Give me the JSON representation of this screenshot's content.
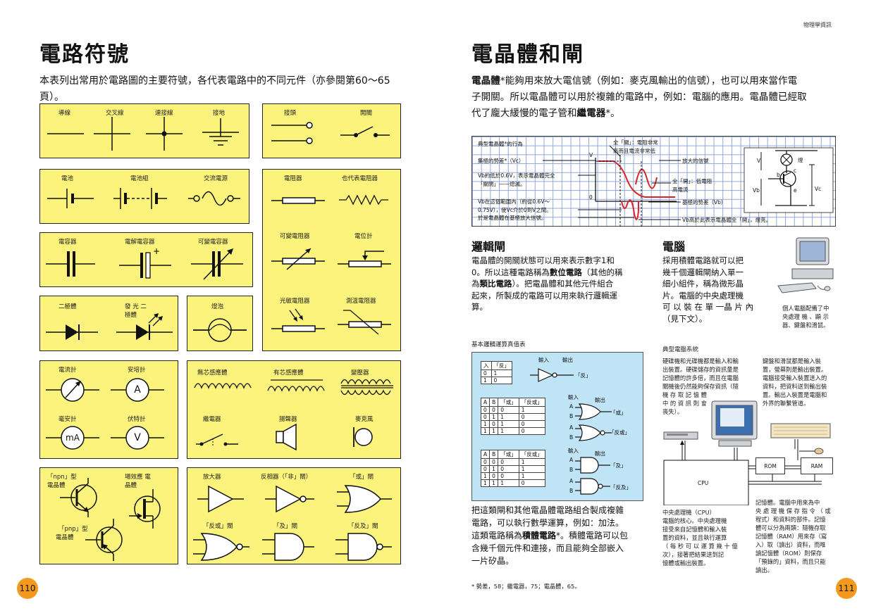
{
  "left": {
    "title": "電路符號",
    "intro_line1": "本表列出常用於電路圖的主要符號，各代表電路中的不同元件（亦參閱第60～65",
    "intro_line2": "頁）。",
    "page_number": "110",
    "symbols": {
      "wire": "導線",
      "crossing": "交叉線",
      "junction": "連接線",
      "earth": "接地",
      "terminal": "接頭",
      "switch": "開關",
      "cell": "電池",
      "battery": "電池組",
      "ac_source": "交流電源",
      "resistor": "電阻器",
      "resistor_alt": "也代表電阻器",
      "capacitor": "電容器",
      "electrolytic": "電解電容器",
      "variable_capacitor": "可變電容器",
      "variable_resistor": "可變電阻器",
      "potentiometer": "電位計",
      "diode": "二極體",
      "led_line1": "發 光 二",
      "led_line2": "極體",
      "lamp": "燈泡",
      "ldr": "光敏電阻器",
      "thermistor": "測溫電阻器",
      "ammeter": "電流計",
      "ammeter_unit": "安培計",
      "milliammeter": "毫安計",
      "voltmeter": "伏特計",
      "air_inductor": "無芯感應體",
      "core_inductor": "有芯感應體",
      "transformer": "變壓器",
      "relay": "繼電器",
      "loudspeaker": "揚聲器",
      "microphone": "麥克風",
      "npn_line1": "「npn」型",
      "npn_line2": "電晶體",
      "fet_line1": "場效應 電",
      "fet_line2": "晶體",
      "pnp_line1": "「pnp」型",
      "pnp_line2": "電晶體",
      "amplifier": "放大器",
      "inverter": "反相器（「非」閘）",
      "or_gate": "「或」閘",
      "nor_gate": "「反或」閘",
      "and_gate": "「及」閘",
      "nand_gate": "「反及」閘",
      "A": "A",
      "mA": "mA",
      "V": "V"
    }
  },
  "right": {
    "header": "物理學資訊",
    "title": "電晶體和閘",
    "intro_bold1": "電晶體",
    "intro_line1": "*能夠用來放大電信號（例如：麥克風輸出的信號），也可以用來當作電",
    "intro_line2": "子開關。所以電晶體可以用於複雜的電路中，例如：電腦的應用。電晶體已經取",
    "intro_line3a": "代了龐大緩慢的電子管和",
    "intro_bold2": "繼電器",
    "intro_line3b": "*。",
    "page_number": "111",
    "footnote": "* 勢差，58；繼電器，75；電晶體，65。",
    "graph": {
      "title": "典型電晶體*的行為",
      "a1": "集極的勢差*（Vc）",
      "a2_line1": "Vb約低於0.6V，表示電晶體完全",
      "a2_line2": "「關閉」——熄滅。",
      "a3_line1": "Vb在這個範圍內（約從0.6V～",
      "a3_line2": "0.75V），使Vc介於0到V之間。",
      "a4": "於是電晶體在基極放大信號。",
      "a5_line1": "全「關」：電阻非常",
      "a5_line2": "高而且電流非常低",
      "a6": "放大的信號",
      "a7_line1": "全「開」：低電阻",
      "a7_line2": "高電流",
      "a8": "基極的勢差（Vb）",
      "a9": "Vb高於此表示電晶體全「開」，燈亮。",
      "V": "V",
      "zero": "0",
      "lamp": "燈",
      "c_label": "c",
      "b_label": "b",
      "e_label": "e",
      "vb_label": "Vb",
      "vc_label": "Vc"
    },
    "logic": {
      "heading": "邏輯閘",
      "p1": "電晶體的開關狀態可以用來表示數字1和",
      "p2": "0。所以這種電路稱為",
      "p2b": "數位電路",
      "p2c": "（其他的稱",
      "p3": "為",
      "p3b": "類比電路",
      "p3c": "）。把電晶體和其他元件組合",
      "p4": "起來，所製成的電路可以用來執行邏輯運",
      "p5": "算。",
      "table_title": "基本邏輯運算真值表",
      "input_label": "輸入",
      "output_label": "輸出",
      "not_caption": "「反」",
      "or_caption": "「或」",
      "nor_caption": "「反或」",
      "and_caption": "「及」",
      "nand_caption": "「反及」",
      "not_table": {
        "headers": [
          "入",
          "「反」"
        ],
        "rows": [
          [
            "0",
            "1"
          ],
          [
            "1",
            "0"
          ]
        ]
      },
      "or_table": {
        "headers": [
          "A",
          "B",
          "「或」",
          "「反或」"
        ],
        "rows": [
          [
            "0",
            "0",
            "0",
            "1"
          ],
          [
            "0",
            "1",
            "1",
            "0"
          ],
          [
            "1",
            "0",
            "1",
            "0"
          ],
          [
            "1",
            "1",
            "1",
            "0"
          ]
        ]
      },
      "and_table": {
        "headers": [
          "A",
          "B",
          "「或」",
          "「反或」"
        ],
        "rows": [
          [
            "0",
            "0",
            "0",
            "1"
          ],
          [
            "0",
            "1",
            "0",
            "1"
          ],
          [
            "1",
            "0",
            "0",
            "1"
          ],
          [
            "1",
            "1",
            "1",
            "0"
          ]
        ]
      },
      "A": "A",
      "B": "B",
      "bottom1": "把這類閘和其他電晶體電路組合製成複雜",
      "bottom2": "電路，可以執行數學運算，例如：加法。",
      "bottom3a": "這類電路稱為",
      "bottom3b": "積體電路",
      "bottom3c": "*。積體電路可以包",
      "bottom4": "含幾千個元件和連接，而且能夠全部嵌入",
      "bottom5": "一片矽晶。"
    },
    "computer": {
      "heading": "電腦",
      "p1": "採用積體電路就可以把",
      "p2": "幾千個邏輯閘納入單一",
      "p3": "細小組件，稱為微形晶",
      "p4": "片。電腦的中央處理機",
      "p5": "可 以 裝 在 單 一晶 片 內",
      "p6": "（見下文）。",
      "photo_cap1": "個人電腦配備了中",
      "photo_cap2": "央處理 機 、顯 示",
      "photo_cap3": "器、鍵盤和滑鼠。",
      "system_title": "典型電腦系統",
      "s1": "硬碟機和光碟機都是輸入和輸",
      "s2": "出裝置。硬碟儲存的資訊量是",
      "s3": "記憶體的許多倍，而且在電腦",
      "s4": "關機後仍然能夠保存資訊（隨",
      "s5": "機 存 取 記 憶 體",
      "s6": "中 的 資 訊 則 會",
      "s7": "喪失）。",
      "k1": "鍵盤和滑鼠都是輸入裝",
      "k2": "置，螢幕則是輸出裝置。",
      "k3": "電腦接受輸入裝置送入的",
      "k4": "資料，把資料送到輸出裝",
      "k5": "置。輸出入裝置是電腦和",
      "k6": "外界的聯繫管道。",
      "cpu": "CPU",
      "rom": "ROM",
      "ram": "RAM",
      "c1": "中央處理機（CPU）",
      "c2": "電腦的核心。中央處理機",
      "c3": "接受來自記憶體和輸入裝",
      "c4": "置的資料，並且執行運算",
      "c5": "（ 每 秒 可 以 運 算 幾 十 億",
      "c6": "次），接著把結果送到記",
      "c7": "憶體或輸出裝置。",
      "m1": "記憶體。電腦中用來為中",
      "m2": "央 處 理 機 保 存 指 令 （ 或",
      "m3": "程式）和資料的部件。記憶",
      "m4": "體可以分為兩類：隨機存取",
      "m5": "記憶體（RAM）用來存（寫",
      "m6": "入）取（讀出）資料，而唯",
      "m7": "讀記憶體（ROM）則保存",
      "m8": "「預錄的」資料，而且只能",
      "m9": "讀出。"
    }
  }
}
